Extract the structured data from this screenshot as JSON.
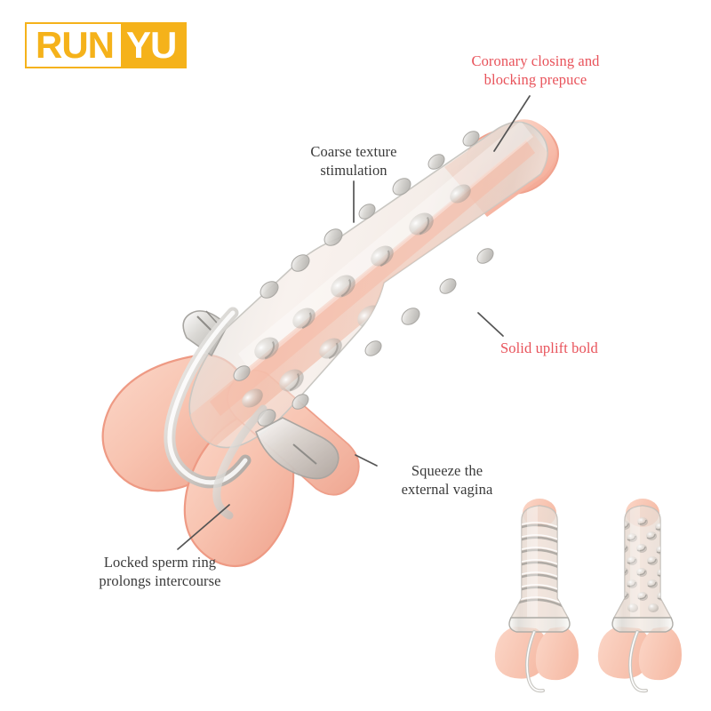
{
  "brand": {
    "logo_part1": "RUN",
    "logo_part2": "YU",
    "gold": "#F5B21A"
  },
  "colors": {
    "label_red": "#E8525A",
    "label_dark": "#3A3A3A",
    "flesh": "#F7C0AE",
    "flesh_deep": "#F09A84",
    "sleeve_clear": "#E8E6E2",
    "background": "#FFFFFF",
    "leader_line": "#555555"
  },
  "callouts": [
    {
      "id": "coronary",
      "text": "Coronary closing and\nblocking prepuce",
      "style": "red",
      "align": "center"
    },
    {
      "id": "coarse",
      "text": "Coarse texture\nstimulation",
      "style": "dark",
      "align": "center"
    },
    {
      "id": "solid",
      "text": "Solid uplift bold",
      "style": "red",
      "align": "left"
    },
    {
      "id": "squeeze",
      "text": "Squeeze the\nexternal vagina",
      "style": "dark",
      "align": "center"
    },
    {
      "id": "locked",
      "text": "Locked sperm ring\nprolongs intercourse",
      "style": "dark",
      "align": "center"
    }
  ],
  "product": {
    "main_view": "angled textured sleeve on flesh-tone form with clear retaining ring",
    "texture": "coarse studded bumps"
  },
  "thumbnails": [
    {
      "id": "thumb-spiral",
      "texture": "spiral ribbed sleeve"
    },
    {
      "id": "thumb-dotted",
      "texture": "dotted studded sleeve"
    }
  ]
}
